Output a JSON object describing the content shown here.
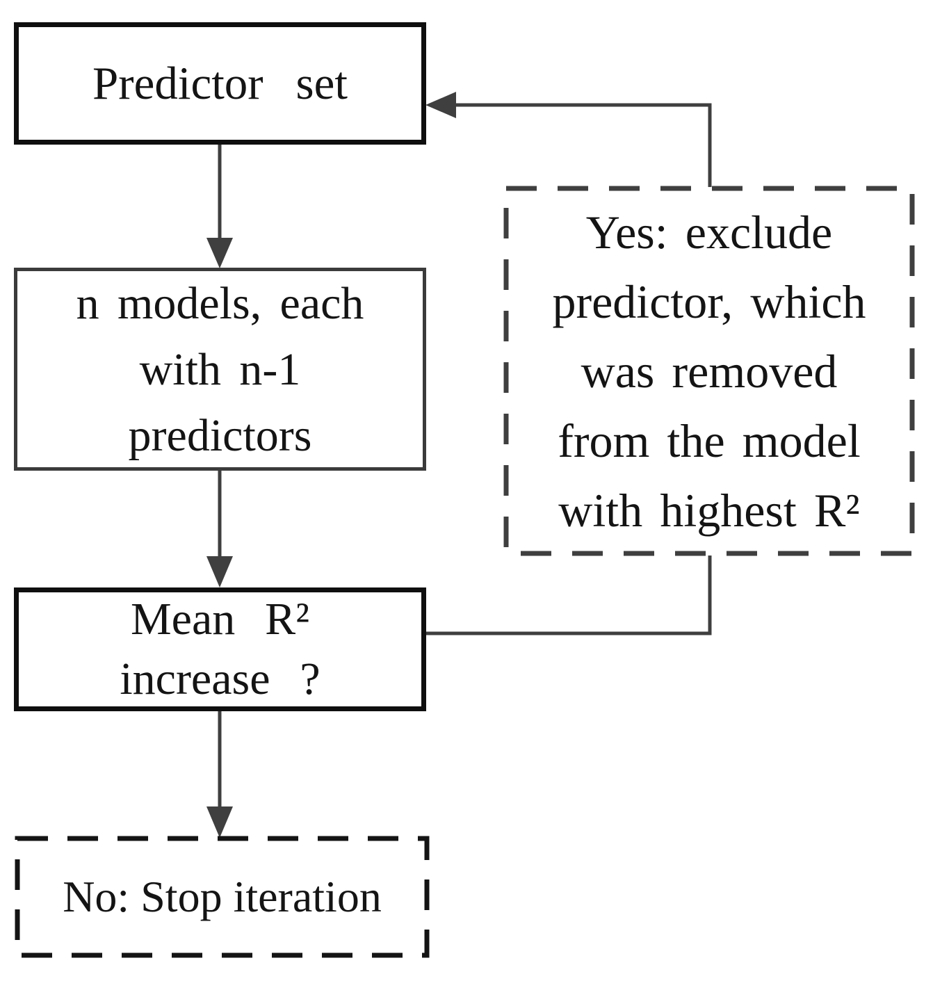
{
  "flowchart": {
    "nodes": {
      "predictor_set": {
        "label": "Predictor set"
      },
      "n_models": {
        "lines": [
          "n models, each",
          "with n-1",
          "predictors"
        ]
      },
      "mean_r2": {
        "lines": [
          "Mean R²",
          "increase ?"
        ]
      },
      "stop_iteration": {
        "label": "No: Stop iteration"
      },
      "yes_exclude": {
        "lines": [
          "Yes: exclude",
          "predictor, which",
          "was removed",
          "from the model",
          "with highest R²"
        ]
      }
    },
    "edges": [
      {
        "from": "predictor_set",
        "to": "n_models",
        "type": "arrow-down"
      },
      {
        "from": "n_models",
        "to": "mean_r2",
        "type": "arrow-down"
      },
      {
        "from": "mean_r2",
        "to": "stop_iteration",
        "type": "arrow-down"
      },
      {
        "from": "mean_r2",
        "to": "yes_exclude",
        "type": "elbow"
      },
      {
        "from": "yes_exclude",
        "to": "predictor_set",
        "type": "elbow-arrow"
      }
    ],
    "colors": {
      "background": "#ffffff",
      "text": "#141414",
      "primary_border": "#0f0f0f",
      "secondary_border": "#3b3b3b",
      "connector": "#3f3f3f"
    }
  }
}
